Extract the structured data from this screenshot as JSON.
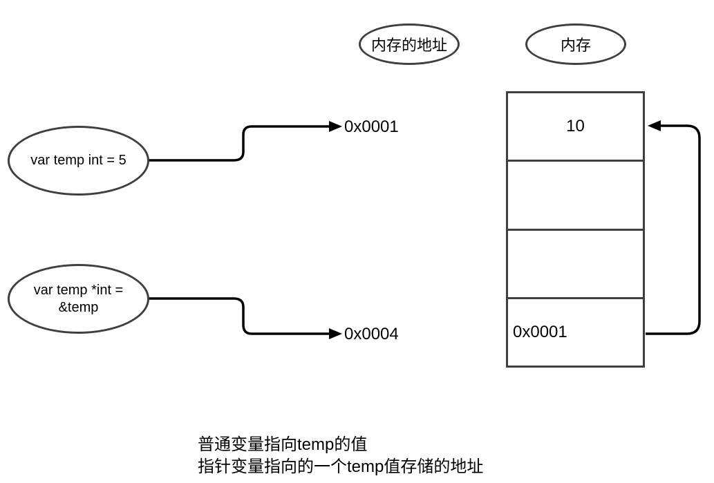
{
  "diagram": {
    "title_ovals": {
      "memory_address": "内存的地址",
      "memory": "内存"
    },
    "variable_ovals": {
      "normal": {
        "lines": [
          "var temp int = 5"
        ]
      },
      "pointer": {
        "lines": [
          "var temp *int =",
          "&temp"
        ]
      }
    },
    "address_labels": {
      "temp_address": "0x0001",
      "pointer_address": "0x0004"
    },
    "memory_table": {
      "cells": [
        {
          "value": "10"
        },
        {
          "value": ""
        },
        {
          "value": ""
        },
        {
          "value": "0x0001"
        }
      ]
    },
    "caption": {
      "lines": [
        "普通变量指向temp的值",
        "指针变量指向的一个temp值存储的地址"
      ]
    },
    "colors": {
      "stroke": "#3f3f3f",
      "arrow": "#000000",
      "background": "#ffffff",
      "text": "#000000"
    }
  }
}
